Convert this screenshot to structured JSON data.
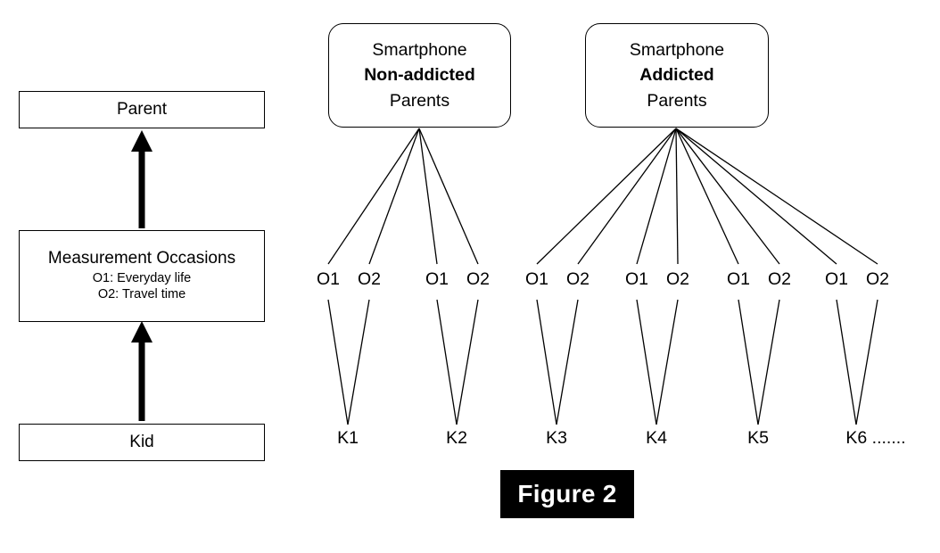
{
  "figure": {
    "caption": "Figure 2"
  },
  "legend_panel": {
    "parent_box": {
      "label": "Parent"
    },
    "measurement_box": {
      "title": "Measurement Occasions",
      "line1": "O1: Everyday life",
      "line2": "O2: Travel time"
    },
    "kid_box": {
      "label": "Kid"
    },
    "arrows": [
      {
        "name": "kid-to-measurement",
        "direction": "up"
      },
      {
        "name": "measurement-to-parent",
        "direction": "up"
      }
    ]
  },
  "model_panel": {
    "groups": [
      {
        "id": "non-addicted",
        "line1": "Smartphone",
        "line2": "Non-addicted",
        "line3": "Parents",
        "bold_line": 2,
        "kids": [
          "K1",
          "K2"
        ],
        "occasions_per_kid": [
          "O1",
          "O2"
        ]
      },
      {
        "id": "addicted",
        "line1": "Smartphone",
        "line2": "Addicted",
        "line3": "Parents",
        "bold_line": 2,
        "kids": [
          "K3",
          "K4",
          "K5",
          "K6 ......."
        ],
        "occasions_per_kid": [
          "O1",
          "O2"
        ]
      }
    ],
    "occasion_labels": [
      "O1",
      "O2",
      "O1",
      "O2",
      "O1",
      "O2",
      "O1",
      "O2",
      "O1",
      "O2",
      "O1",
      "O2"
    ],
    "kid_labels": [
      "K1",
      "K2",
      "K3",
      "K4",
      "K5",
      "K6 ......."
    ]
  },
  "colors": {
    "stroke": "#000000",
    "background": "#ffffff",
    "caption_background": "#000000",
    "caption_text": "#ffffff"
  }
}
